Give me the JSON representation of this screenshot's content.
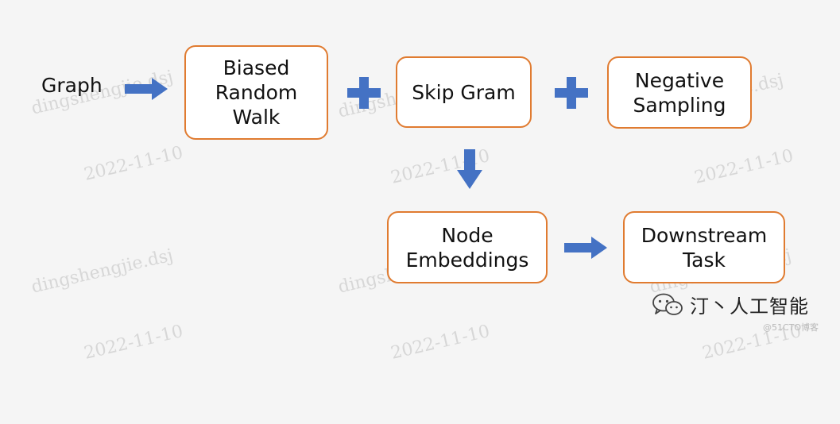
{
  "watermark": {
    "line1": "dingshengjie.dsj",
    "line2": "2022-11-10"
  },
  "input_label": "Graph",
  "boxes": {
    "biased_random_walk": [
      "Biased",
      "Random",
      "Walk"
    ],
    "skip_gram": [
      "Skip Gram"
    ],
    "negative_sampling": [
      "Negative",
      "Sampling"
    ],
    "node_embeddings": [
      "Node",
      "Embeddings"
    ],
    "downstream_task": [
      "Downstream",
      "Task"
    ]
  },
  "credit": {
    "brand": "汀丶人工智能",
    "site": "@51CTO博客"
  },
  "colors": {
    "box_border": "#e07b30",
    "arrow": "#4472c4",
    "background": "#f5f5f5"
  },
  "icons": {
    "arrow": "arrow-icon",
    "plus": "plus-icon",
    "wechat": "wechat-icon"
  }
}
